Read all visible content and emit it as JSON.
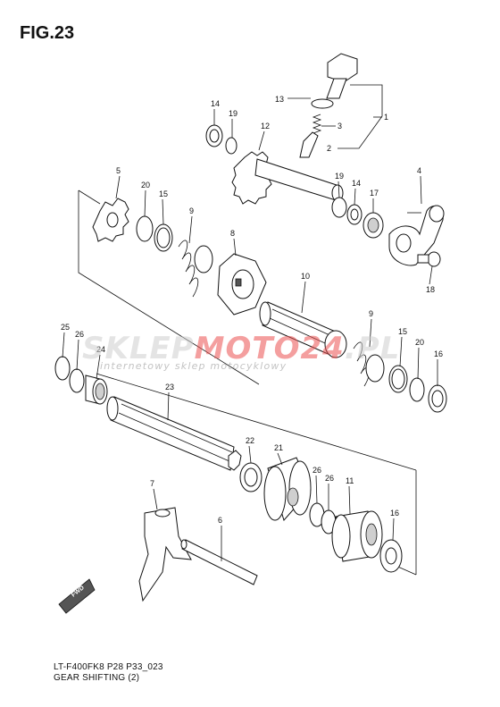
{
  "figure": {
    "title": "FIG.23",
    "model_code": "LT-F400FK8 P28 P33_023",
    "caption": "GEAR SHIFTING (2)"
  },
  "watermark": {
    "brand_part_a": "SKLEP",
    "brand_part_b": "MOTO",
    "brand_part_c": "24",
    "brand_part_d": ".PL",
    "tagline": "internetowy sklep motocyklowy"
  },
  "direction_badge": "FWD",
  "callouts": [
    "1",
    "2",
    "3",
    "4",
    "5",
    "6",
    "7",
    "8",
    "9",
    "9",
    "10",
    "11",
    "12",
    "13",
    "14",
    "14",
    "15",
    "15",
    "16",
    "16",
    "17",
    "18",
    "19",
    "19",
    "20",
    "20",
    "21",
    "22",
    "23",
    "24",
    "25",
    "26",
    "26",
    "26"
  ],
  "colors": {
    "ink": "#111111",
    "watermark_red": "#eb5050",
    "watermark_grey": "#cdcdcd"
  }
}
